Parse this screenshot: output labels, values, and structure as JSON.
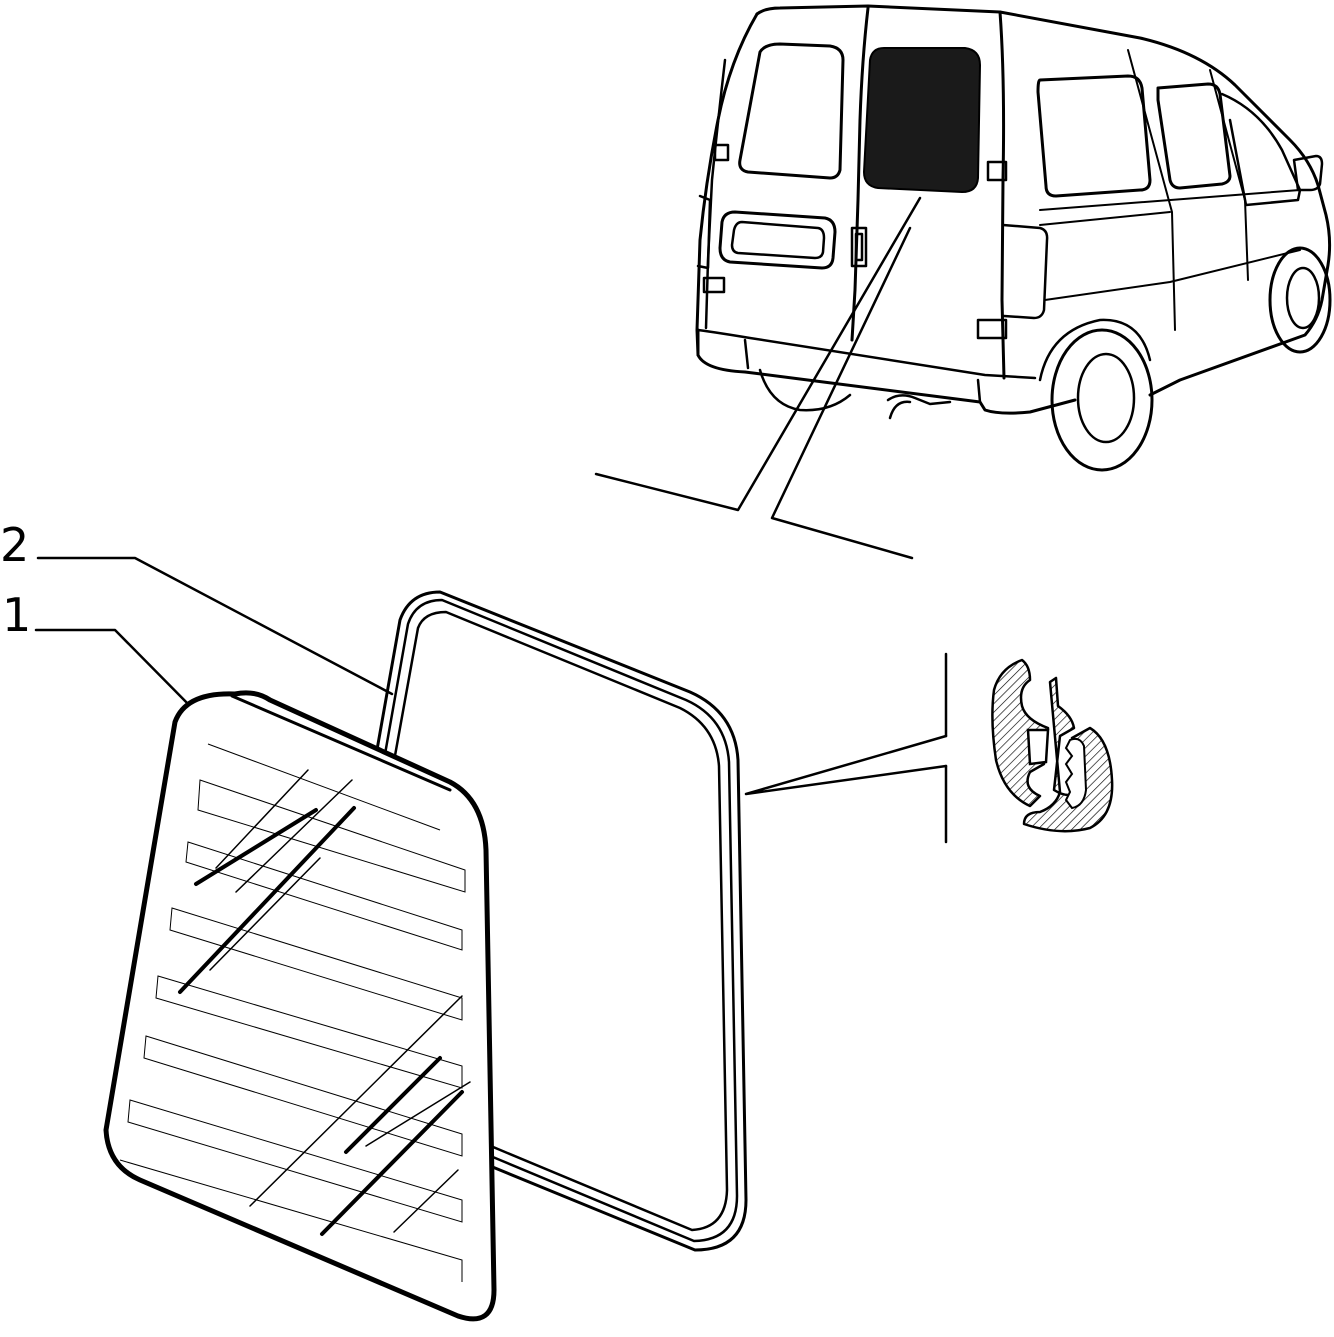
{
  "callouts": [
    {
      "label": "2",
      "part": "window-seal"
    },
    {
      "label": "1",
      "part": "rear-door-glass"
    }
  ],
  "colors": {
    "ink": "#000000",
    "paper": "#ffffff",
    "glass_fill": "#1a1a1a"
  }
}
